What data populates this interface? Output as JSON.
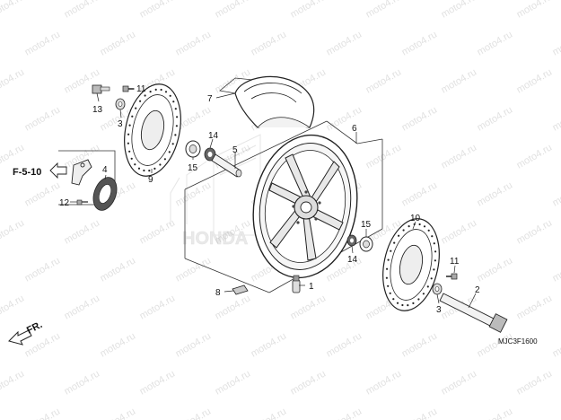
{
  "watermark": "moto4.ru",
  "reference_label": "F-5-10",
  "front_arrow_label": "FR.",
  "diagram_code": "MJC3F1600",
  "brand_logo_text": "HONDA",
  "callouts": {
    "c1": "1",
    "c2": "2",
    "c3_left": "3",
    "c3_right": "3",
    "c4": "4",
    "c5": "5",
    "c6": "6",
    "c7": "7",
    "c8": "8",
    "c9": "9",
    "c10": "10",
    "c11_left": "11",
    "c11_right": "11",
    "c12": "12",
    "c13": "13",
    "c14_left": "14",
    "c14_right": "14",
    "c15_left": "15",
    "c15_right": "15"
  }
}
